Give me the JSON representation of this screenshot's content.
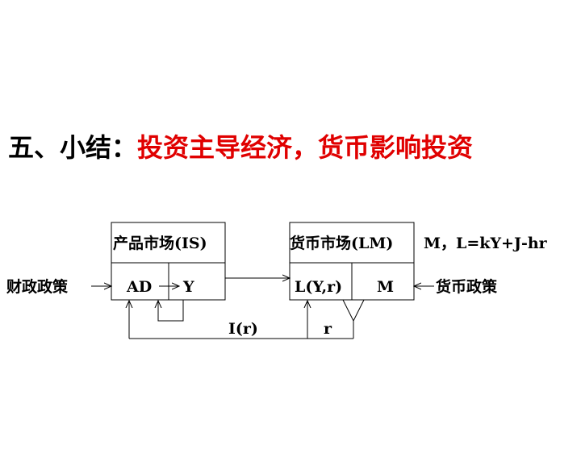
{
  "title": {
    "prefix": "五、小结：",
    "main": "投资主导经济，货币影响投资"
  },
  "diagram": {
    "is_box": {
      "header": "产品市场(IS)",
      "left_cell": "AD",
      "right_cell": "Y"
    },
    "lm_box": {
      "header": "货币市场(LM)",
      "left_cell": "L(Y,r)",
      "right_cell": "M"
    },
    "lm_equation": "M，L=kY+J-hr",
    "fiscal_policy": "财政政策",
    "monetary_policy": "货币政策",
    "investment_label": "I(r)",
    "rate_label": "r",
    "colors": {
      "title_text": "#000000",
      "title_accent": "#e00000",
      "lines": "#000000"
    }
  }
}
